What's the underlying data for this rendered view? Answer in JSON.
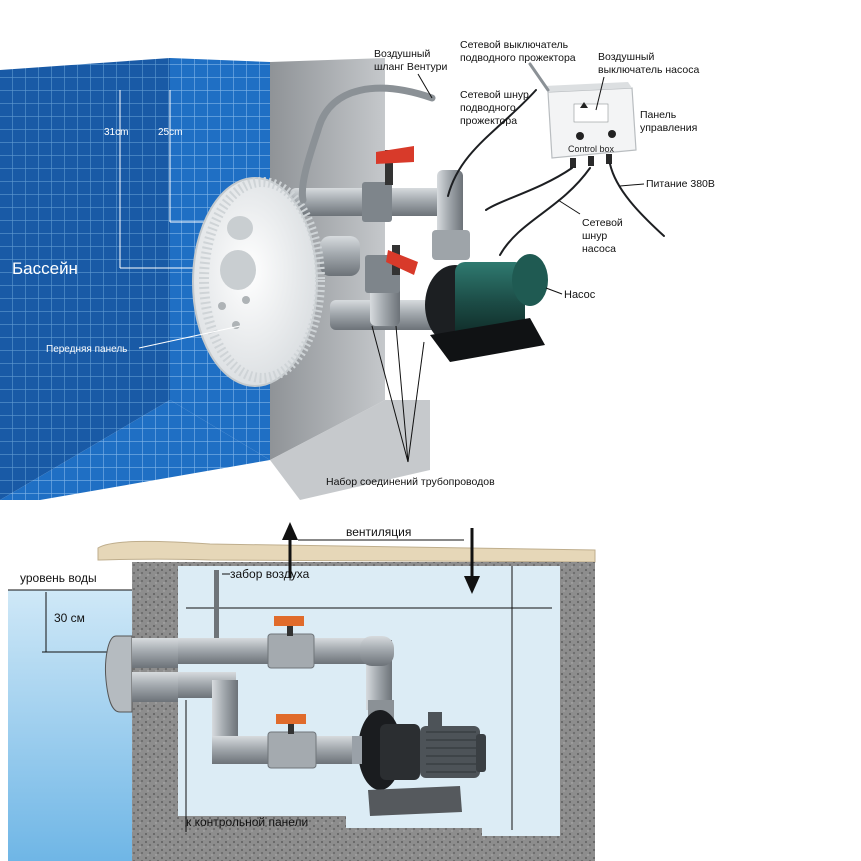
{
  "top_diagram": {
    "pool_label": "Бассейн",
    "dim_31": "31cm",
    "dim_25": "25cm",
    "front_panel": "Передняя панель",
    "venturi_hose": [
      "Воздушный",
      "шланг Вентури"
    ],
    "light_switch": [
      "Сетевой выключатель",
      "подводного прожектора"
    ],
    "pump_air_switch": [
      "Воздушный",
      "выключатель насоса"
    ],
    "light_cord": [
      "Сетевой шнур",
      "подводного",
      "прожектора"
    ],
    "control_panel": [
      "Панель",
      "управления"
    ],
    "control_box": "Control box",
    "power": "Питание 380В",
    "pump_cord": [
      "Сетевой",
      "шнур",
      "насоса"
    ],
    "pump": "Насос",
    "pipe_kit": "Набор соединений трубопроводов"
  },
  "bottom_diagram": {
    "ventilation": "вентиляция",
    "water_level": "уровень воды",
    "air_intake": "забор воздуха",
    "depth": "30 см",
    "to_control_panel": "к контрольной панели"
  },
  "colors": {
    "tile": "#1f6fc4",
    "tile_grout": "#7fb4e8",
    "water": "#8ec8ee",
    "pit": "#dcecf5",
    "valve_red": "#d83a2a",
    "valve_orange": "#e06b2b",
    "pipe_grey": "#9aa1a8"
  }
}
